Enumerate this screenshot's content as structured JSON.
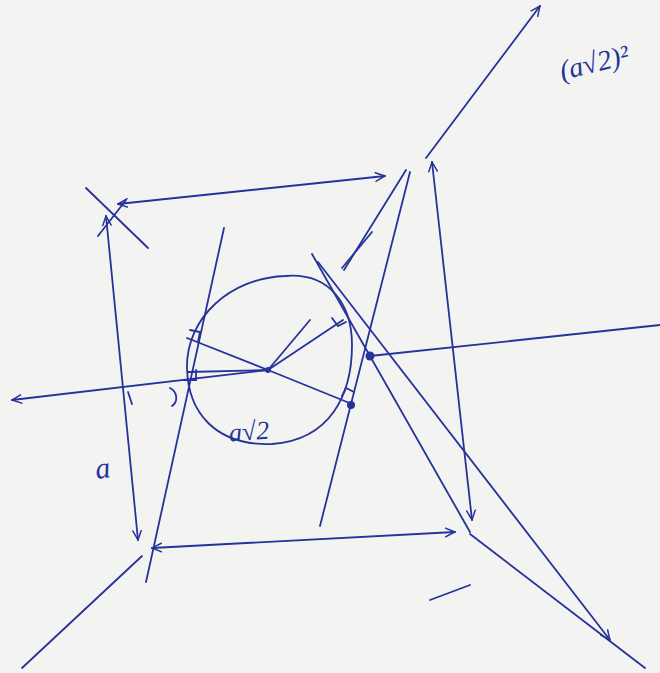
{
  "diagram": {
    "labels": [
      "a",
      "a√2",
      "(a√2)²"
    ]
  }
}
